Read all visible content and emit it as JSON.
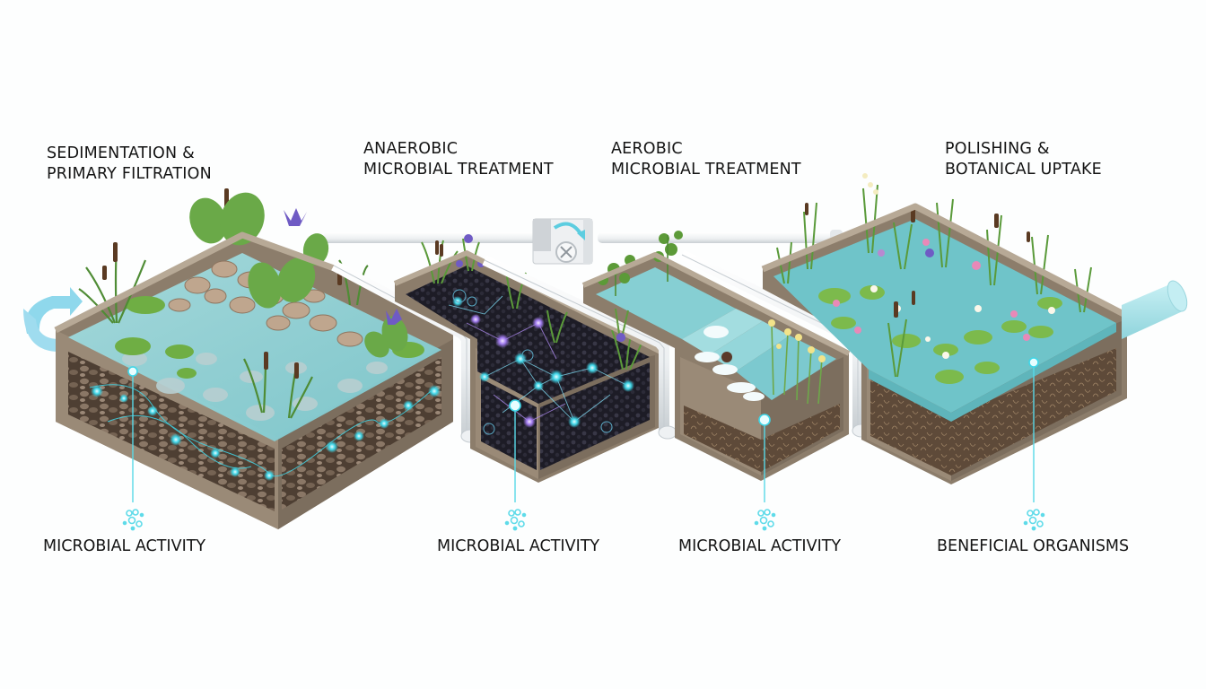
{
  "diagram": {
    "subject": "Constructed wetland water treatment stages",
    "colors": {
      "background": "#fdfefe",
      "wall": "#8c7d6b",
      "wall_dark": "#6f6253",
      "wall_top": "#b7a996",
      "water": "#8fd3d8",
      "water_deep": "#5fbcc2",
      "soil": "#5d4a3a",
      "anaerobic_media": "#23212d",
      "glow_cyan": "#3fd6e8",
      "glow_purple": "#9a6be0",
      "pipe": "#eef1f3",
      "inlet_arrow": "#8fd8ec",
      "outlet_pipe": "#a8e3ea",
      "plant_green": "#5f9a3c",
      "cattail_brown": "#5a3a22",
      "iris_purple": "#6f5bc4",
      "lily_pink": "#e889b8"
    }
  },
  "stages": [
    {
      "title_line1": "SEDIMENTATION &",
      "title_line2": "PRIMARY FILTRATION",
      "callout_label": "MICROBIAL ACTIVITY",
      "callout_icon": "microbe-cluster-icon"
    },
    {
      "title_line1": "ANAEROBIC",
      "title_line2": "MICROBIAL TREATMENT",
      "callout_label": "MICROBIAL ACTIVITY",
      "callout_icon": "microbe-cluster-icon"
    },
    {
      "title_line1": "AEROBIC",
      "title_line2": "MICROBIAL TREATMENT",
      "callout_label": "MICROBIAL ACTIVITY",
      "callout_icon": "microbe-cluster-icon"
    },
    {
      "title_line1": "POLISHING &",
      "title_line2": "BOTANICAL UPTAKE",
      "callout_label": "BENEFICIAL ORGANISMS",
      "callout_icon": "microbe-cluster-icon"
    }
  ],
  "components": {
    "inlet": "inflow-arrow-icon",
    "pump": "aeration-pump-icon",
    "outlet": "outflow-pipe-icon"
  }
}
